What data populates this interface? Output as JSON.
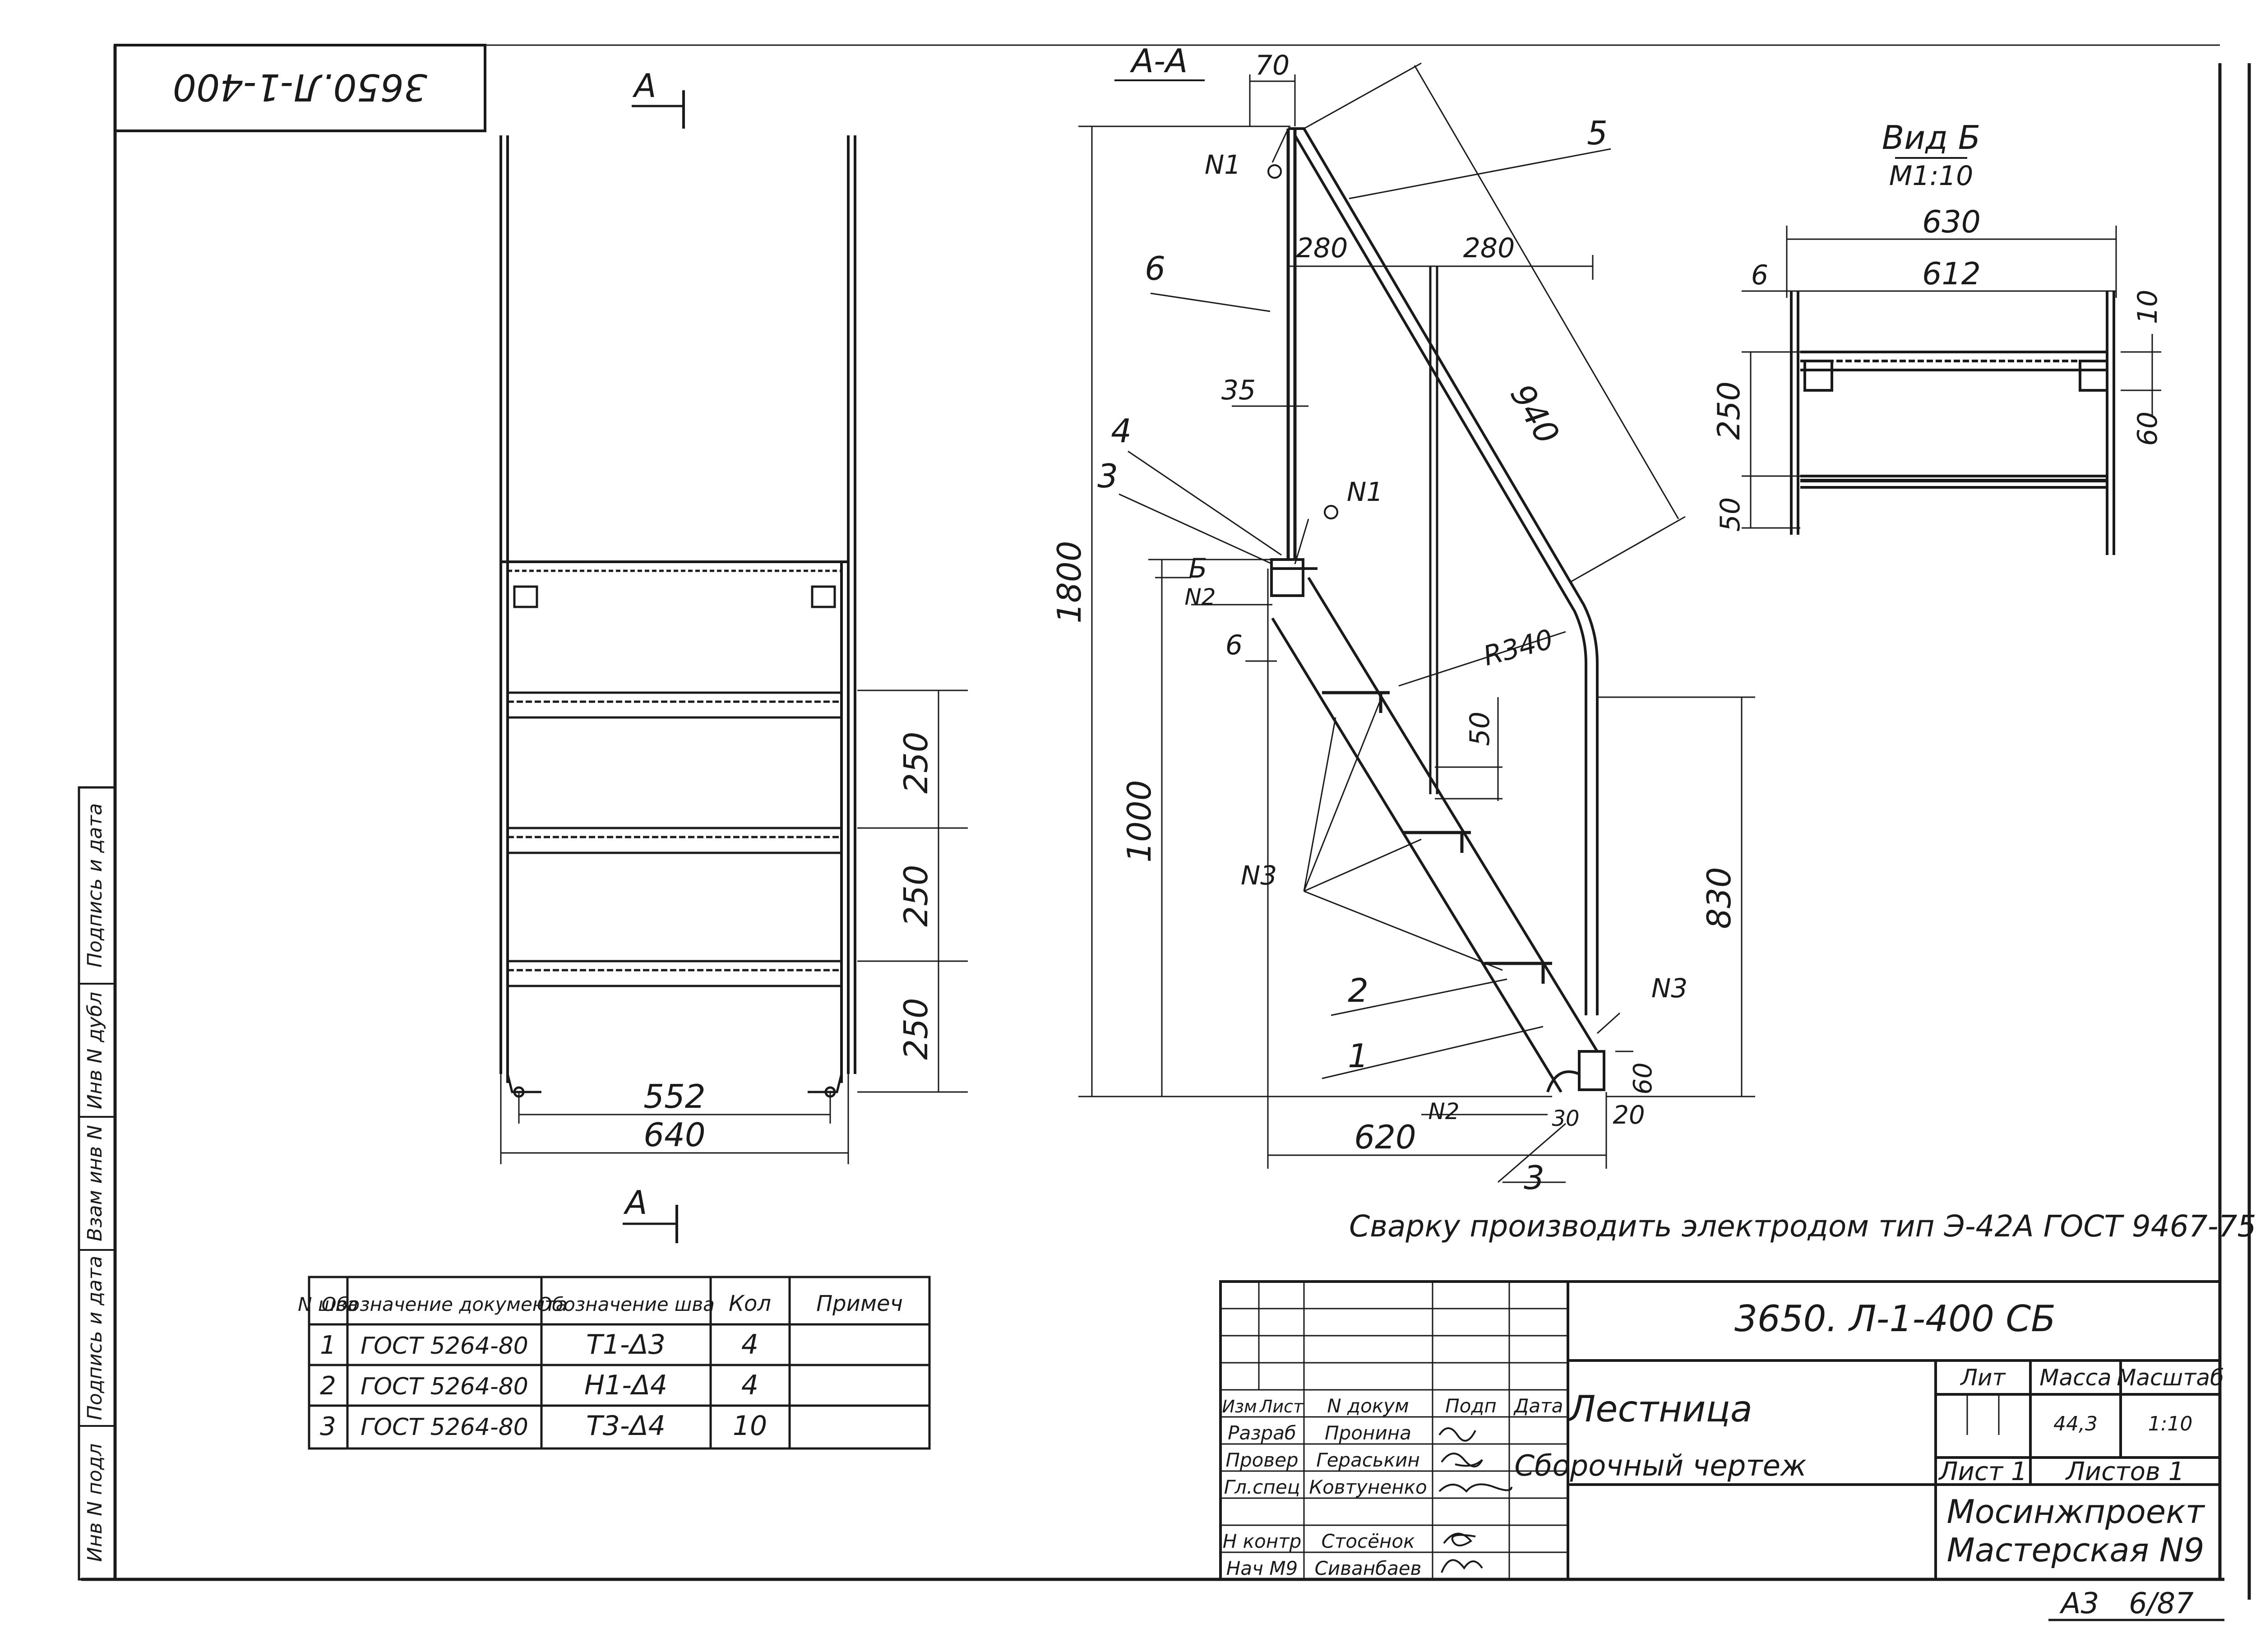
{
  "stamp_code": "3650.Л-1-400",
  "section_mark_top": "А",
  "section_mark_bottom": "А",
  "front_view": {
    "dims": {
      "step1": "250",
      "step2": "250",
      "step3": "250",
      "inner_width": "552",
      "outer_width": "640"
    }
  },
  "section_view": {
    "title": "А-А",
    "dims": {
      "top_w": "70",
      "d280a": "280",
      "d280b": "280",
      "d35": "35",
      "d6": "6",
      "h1800": "1800",
      "h1000": "1000",
      "h830": "830",
      "l940": "940",
      "d50": "50",
      "r340": "R340",
      "w620": "620",
      "d30": "30",
      "d20": "20",
      "d60": "60"
    },
    "labels": {
      "p1": "1",
      "p2": "2",
      "p3a": "3",
      "p3b": "3",
      "p4": "4",
      "p5": "5",
      "p6": "6",
      "n1a": "N1",
      "n1b": "N1",
      "n2a": "N2",
      "n2b": "N2",
      "n3a": "N3",
      "n3b": "N3",
      "view_b": "Б"
    }
  },
  "view_b": {
    "title": "Вид Б",
    "scale": "М1:10",
    "dims": {
      "w630": "630",
      "w612": "612",
      "d6": "6",
      "d10": "10",
      "d250": "250",
      "d60": "60",
      "d50": "50"
    }
  },
  "welding_note": "Сварку производить электродом тип Э-42А ГОСТ 9467-75",
  "weld_table": {
    "headers": [
      "N шва",
      "Обозначение документа",
      "Обозначение шва",
      "Кол",
      "Примеч"
    ],
    "rows": [
      [
        "1",
        "ГОСТ 5264-80",
        "Т1-Δ3",
        "4",
        ""
      ],
      [
        "2",
        "ГОСТ 5264-80",
        "Н1-Δ4",
        "4",
        ""
      ],
      [
        "3",
        "ГОСТ 5264-80",
        "Т3-Δ4",
        "10",
        ""
      ]
    ]
  },
  "side_strip": [
    "Инв N подл",
    "Подпись и дата",
    "Взам инв N",
    "Инв N дубл",
    "Подпись и дата"
  ],
  "title_block": {
    "doc_code": "3650. Л-1-400 СБ",
    "name": "Лестница",
    "subtitle": "Сборочный чертеж",
    "col_headers": [
      "Изм",
      "Лист",
      "N докум",
      "Подп",
      "Дата"
    ],
    "roles": [
      {
        "role": "Разраб",
        "name": "Пронина"
      },
      {
        "role": "Провер",
        "name": "Гераськин"
      },
      {
        "role": "Гл.спец",
        "name": "Ковтуненко"
      },
      {
        "role": "Н контр",
        "name": "Стосёнок"
      },
      {
        "role": "Нач М9",
        "name": "Сиванбаев"
      }
    ],
    "lit": "Лит",
    "mass": "Масса",
    "scale": "Масштаб",
    "mass_value": "44,3",
    "scale_value": "1:10",
    "sheet": "Лист 1",
    "sheets": "Листов 1",
    "org1": "Мосинжпроект",
    "org2": "Мастерская N9",
    "format": "А3",
    "corner": "6/87"
  }
}
